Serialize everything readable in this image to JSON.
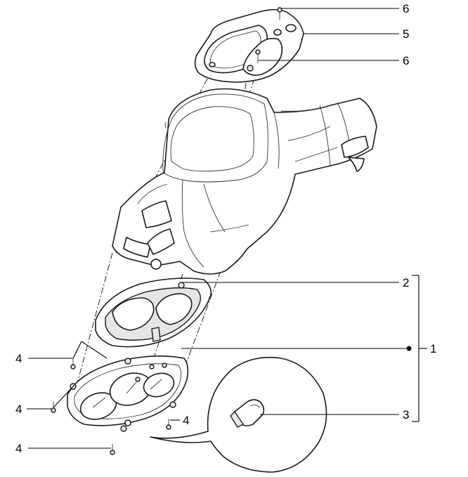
{
  "callouts": [
    {
      "id": "top-screw",
      "number": "6"
    },
    {
      "id": "instrument-frame",
      "number": "5"
    },
    {
      "id": "frame-screw",
      "number": "6"
    },
    {
      "id": "lens-cover",
      "number": "2"
    },
    {
      "id": "dashboard-assembly",
      "number": "1"
    },
    {
      "id": "bulb",
      "number": "3"
    },
    {
      "id": "screw-upper-left",
      "number": "4"
    },
    {
      "id": "screw-middle-left",
      "number": "4"
    },
    {
      "id": "screw-right",
      "number": "4"
    },
    {
      "id": "screw-bottom",
      "number": "4"
    }
  ],
  "colors": {
    "line": "#1a1a1a",
    "fill": "#ffffff",
    "shade": "#e6e6e6"
  }
}
